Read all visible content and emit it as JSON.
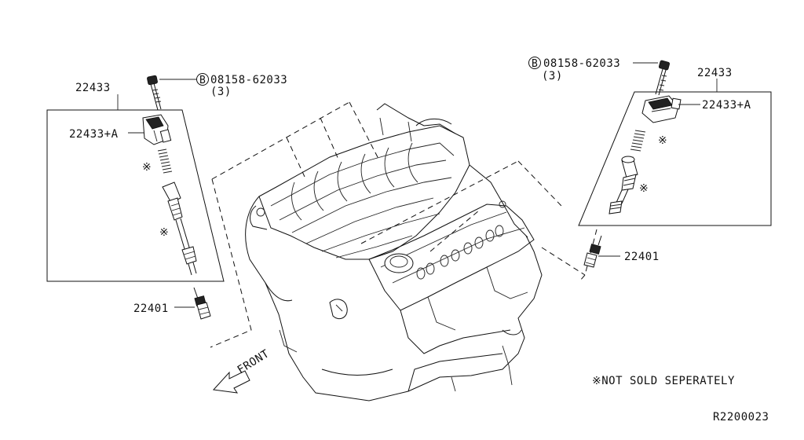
{
  "diagram": {
    "bolt_symbol": "B",
    "left": {
      "coil_group": "22433",
      "bolt_part": "08158-62033",
      "bolt_qty": "(3)",
      "coil_a": "22433+A",
      "spark_plug": "22401",
      "mark_1": "※",
      "mark_2": "※"
    },
    "right": {
      "coil_group": "22433",
      "bolt_part": "08158-62033",
      "bolt_qty": "(3)",
      "coil_a": "22433+A",
      "spark_plug": "22401",
      "mark_1": "※",
      "mark_2": "※"
    },
    "front_label": "FRONT",
    "note": "※NOT SOLD SEPERATELY",
    "ref_code": "R2200023"
  }
}
